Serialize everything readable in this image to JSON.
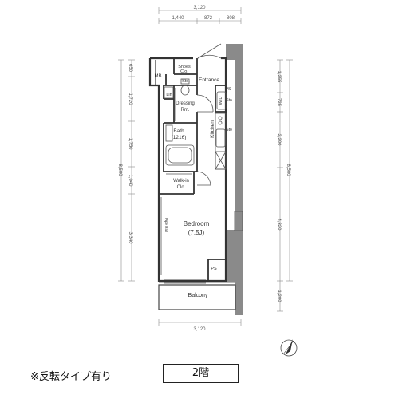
{
  "rooms": {
    "mb": "MB",
    "shoes_l1": "Shoes",
    "shoes_l2": "Clo.",
    "sto_top": "Sto.",
    "entrance": "Entrance",
    "lin": "Lin",
    "dressing_l1": "Dressing",
    "dressing_l2": "Rm.",
    "ps_top": "PS",
    "wd": "W/D",
    "wd_sto": "Sto",
    "kitchen": "Kitchen",
    "kitchen_sto": "Sto",
    "bath_l1": "Bath",
    "bath_l2": "(1216)",
    "walkin_l1": "Walk-in",
    "walkin_l2": "Clo.",
    "pipe": "Pipe Rail",
    "bedroom_l1": "Bedroom",
    "bedroom_l2": "(7.5J)",
    "ps_bottom": "PS",
    "balcony": "Balcony"
  },
  "dimensions": {
    "top_total": "3,120",
    "top_a": "1,440",
    "top_b": "872",
    "top_c": "808",
    "bottom_total": "3,120",
    "left_total": "8,500",
    "left_a": "650",
    "left_b": "1,720",
    "left_c": "1,750",
    "left_d": "1,040",
    "left_e": "3,340",
    "right_total": "8,500",
    "right_a": "1,255",
    "right_b": "725",
    "right_c": "2,200",
    "right_d": "4,320",
    "right_e": "1,200"
  },
  "note": "※反転タイプ有り",
  "floor": "2階",
  "compass_icon": "compass-north-arrow-icon"
}
